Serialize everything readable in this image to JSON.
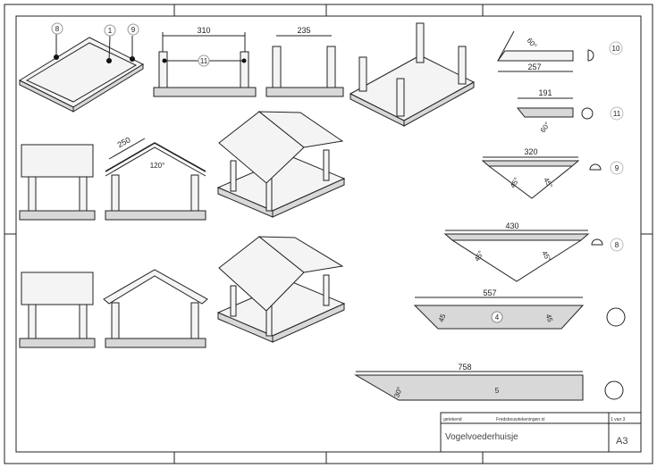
{
  "drawing": {
    "callouts_top": [
      "8",
      "1",
      "9"
    ],
    "dim_310": "310",
    "callout_11": "11",
    "dim_235": "235",
    "dim_250": "250",
    "angle_120": "120°"
  },
  "parts": [
    {
      "number": "10",
      "length": "257",
      "angles": [
        "60°"
      ]
    },
    {
      "number": "11",
      "length": "191",
      "angles": [
        "60°"
      ]
    },
    {
      "number": "9",
      "length": "320",
      "angles": [
        "45°",
        "45°"
      ]
    },
    {
      "number": "8",
      "length": "430",
      "angles": [
        "45°",
        "45°"
      ]
    },
    {
      "number": "4",
      "length": "557",
      "angles": [
        "45",
        "45"
      ]
    },
    {
      "number": "5",
      "length": "758",
      "angles": [
        "30°"
      ]
    }
  ],
  "title_block": {
    "drawn_label": "getekend",
    "author": "Fredsbouwtekeningen.nl",
    "sheet": "1 van 3",
    "title": "Vogelvoederhuisje",
    "format": "A3"
  }
}
